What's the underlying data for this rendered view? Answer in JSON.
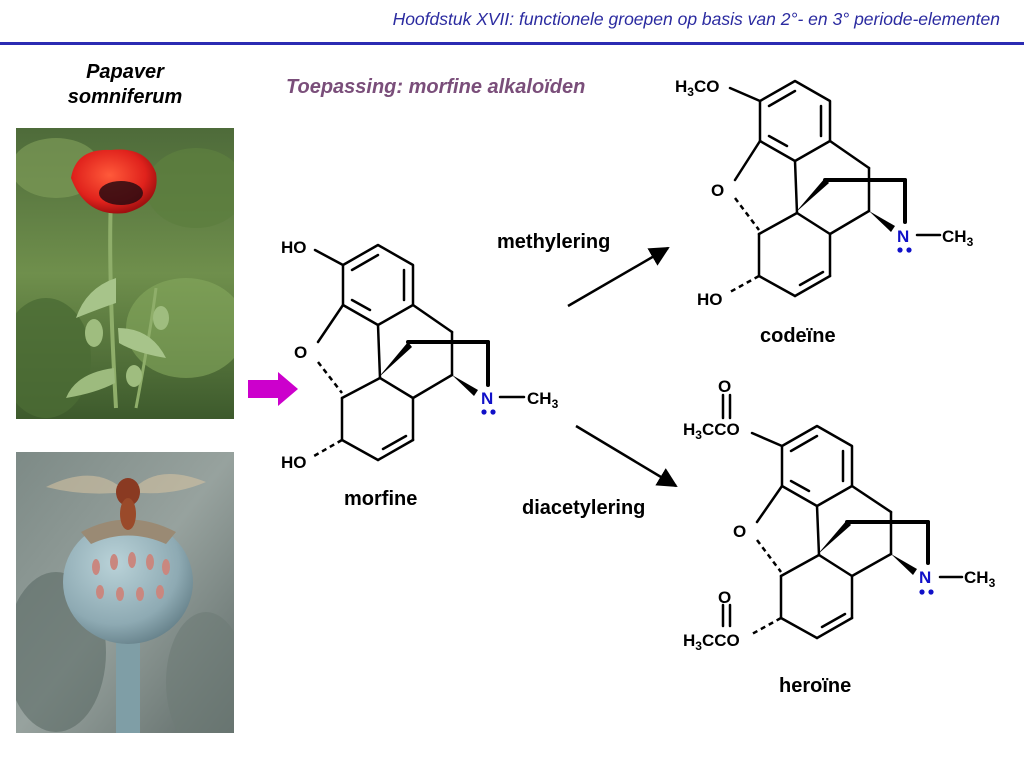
{
  "header": {
    "title": "Hoofdstuk XVII: functionele groepen op basis van 2°- en 3° periode-elementen"
  },
  "plant": {
    "line1": "Papaver",
    "line2": "somniferum"
  },
  "subtitle": "Toepassing: morfine alkaloïden",
  "morphine": {
    "name": "morfine",
    "top_group": "HO",
    "ring_o": "O",
    "bottom_group": "HO",
    "n_label": "N",
    "n_sub": "CH",
    "n_sub_digit": "3"
  },
  "codeine": {
    "name": "codeïne",
    "top_group": "H",
    "top_group_digit": "3",
    "top_group_rest": "CO",
    "ring_o": "O",
    "bottom_group": "HO",
    "n_label": "N",
    "n_sub": "CH",
    "n_sub_digit": "3"
  },
  "heroin": {
    "name": "heroïne",
    "top_carbonyl_o": "O",
    "top_group": "H",
    "top_group_digit": "3",
    "top_group_rest": "CCO",
    "ring_o": "O",
    "bottom_carbonyl_o": "O",
    "bottom_group": "H",
    "bottom_group_digit": "3",
    "bottom_group_rest": "CCO",
    "n_label": "N",
    "n_sub": "CH",
    "n_sub_digit": "3"
  },
  "reactions": {
    "methylation": "methylering",
    "diacetylation": "diacetylering"
  },
  "colors": {
    "header_text": "#2b2ba0",
    "header_rule": "#2b2bb3",
    "subtitle": "#7a4e7a",
    "nitrogen": "#1010c8",
    "pointer_arrow": "#cc00cc"
  }
}
